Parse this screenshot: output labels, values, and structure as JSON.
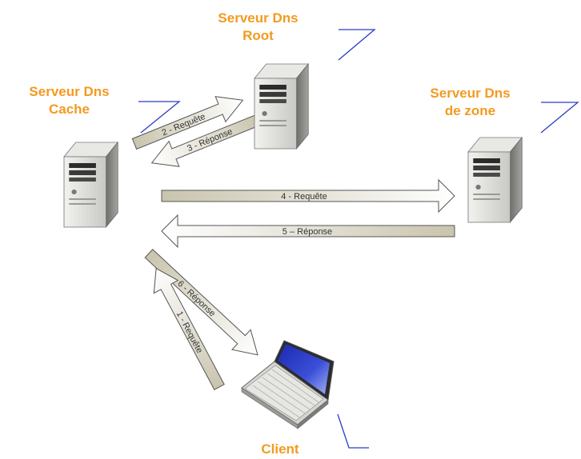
{
  "colors": {
    "label": "#f39a1f",
    "arrow_fill_light": "#ffffff",
    "arrow_fill_dark": "#c9c4ad",
    "arrow_stroke": "#555555",
    "accent_line": "#2a3cc8",
    "server_body": "#d9d9d6",
    "server_side": "#8e8e8a",
    "laptop_screen": "#1f2aa8"
  },
  "nodes": {
    "root": {
      "line1": "Serveur Dns",
      "line2": "Root",
      "icon": "server-icon"
    },
    "cache": {
      "line1": "Serveur Dns",
      "line2": "Cache",
      "icon": "server-icon"
    },
    "zone": {
      "line1": "Serveur Dns",
      "line2": "de zone",
      "icon": "server-icon"
    },
    "client": {
      "line1": "Client",
      "icon": "laptop-icon"
    }
  },
  "arrows": {
    "a1": "1 - Requête",
    "a2": "2 - Requête",
    "a3": "3 - Réponse",
    "a4": "4 - Requête",
    "a5": "5 – Réponse",
    "a6": "6 - Réponse"
  }
}
